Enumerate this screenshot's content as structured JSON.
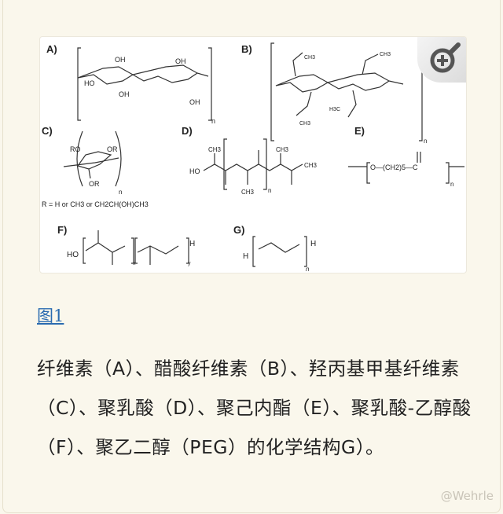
{
  "figure": {
    "labels": [
      "A)",
      "B)",
      "C)",
      "D)",
      "E)",
      "F)",
      "G)"
    ],
    "r_definition": "R = H  or  CH3  or  CH2CH(OH)CH3",
    "zoom_icon": "magnifier-plus-icon"
  },
  "figure_link": "图1",
  "caption": "纤维素（A）、醋酸纤维素（B）、羟丙基甲基纤维素（C）、聚乳酸（D）、聚己内酯（E）、聚乳酸-乙醇酸（F）、聚乙二醇（PEG）的化学结构G）。",
  "watermark": "@Wehrle"
}
